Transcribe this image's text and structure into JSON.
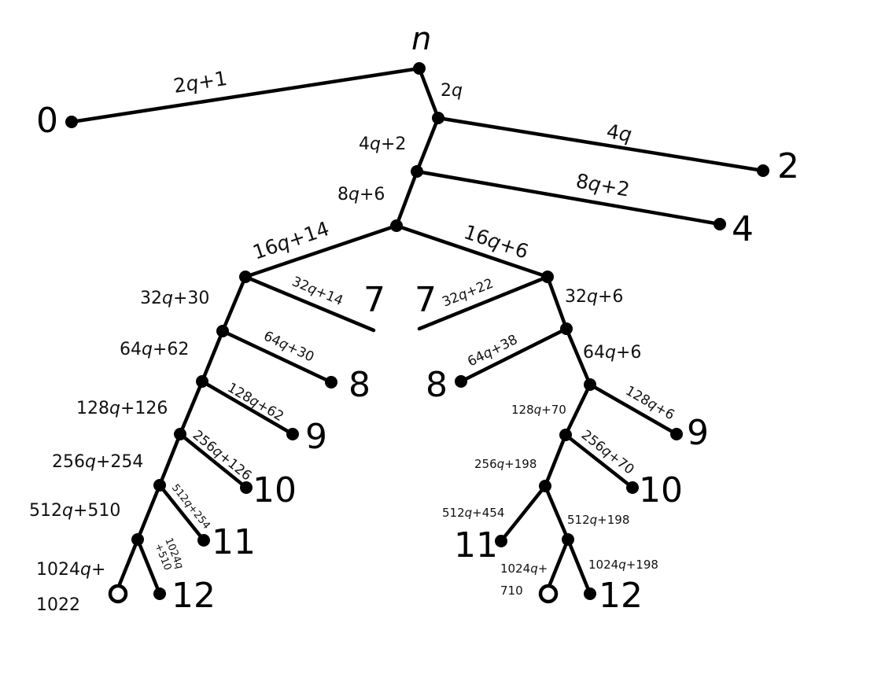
{
  "root_label": "n",
  "leaves": {
    "zero": "0",
    "two": "2",
    "four": "4",
    "left_seven": "7",
    "right_seven": "7",
    "left_eight": "8",
    "right_eight": "8",
    "left_nine": "9",
    "right_nine": "9",
    "left_ten": "10",
    "right_ten": "10",
    "left_eleven": "11",
    "right_eleven": "11",
    "left_twelve": "12",
    "right_twelve": "12"
  },
  "edges": {
    "root_to_zero": "2q+1",
    "root_down": "2q",
    "to_two": "4q",
    "trunk_4q2": "4q+2",
    "to_four": "8q+2",
    "trunk_8q6": "8q+6",
    "left_16q14": "16q+14",
    "right_16q6": "16q+6",
    "left_to_seven": "32q+14",
    "right_to_seven": "32q+22",
    "left_32q30": "32q+30",
    "right_32q6": "32q+6",
    "left_to_eight": "64q+30",
    "right_to_eight": "64q+38",
    "left_64q62": "64q+62",
    "right_64q6": "64q+6",
    "left_to_nine": "128q+62",
    "right_to_nine": "128q+6",
    "left_128q126": "128q+126",
    "right_128q70": "128q+70",
    "left_to_ten": "256q+126",
    "right_to_ten": "256q+70",
    "left_256q254": "256q+254",
    "right_256q198": "256q+198",
    "left_to_eleven": "512q+254",
    "right_to_eleven": "512q+454",
    "left_512q510": "512q+510",
    "right_512q198": "512q+198",
    "left_to_twelve_line1": "1024q",
    "left_to_twelve_line2": "+510",
    "right_to_twelve": "1024q+198",
    "left_open_line1": "1024q+",
    "left_open_line2": "1022",
    "right_open_line1": "1024q+",
    "right_open_line2": "710"
  }
}
